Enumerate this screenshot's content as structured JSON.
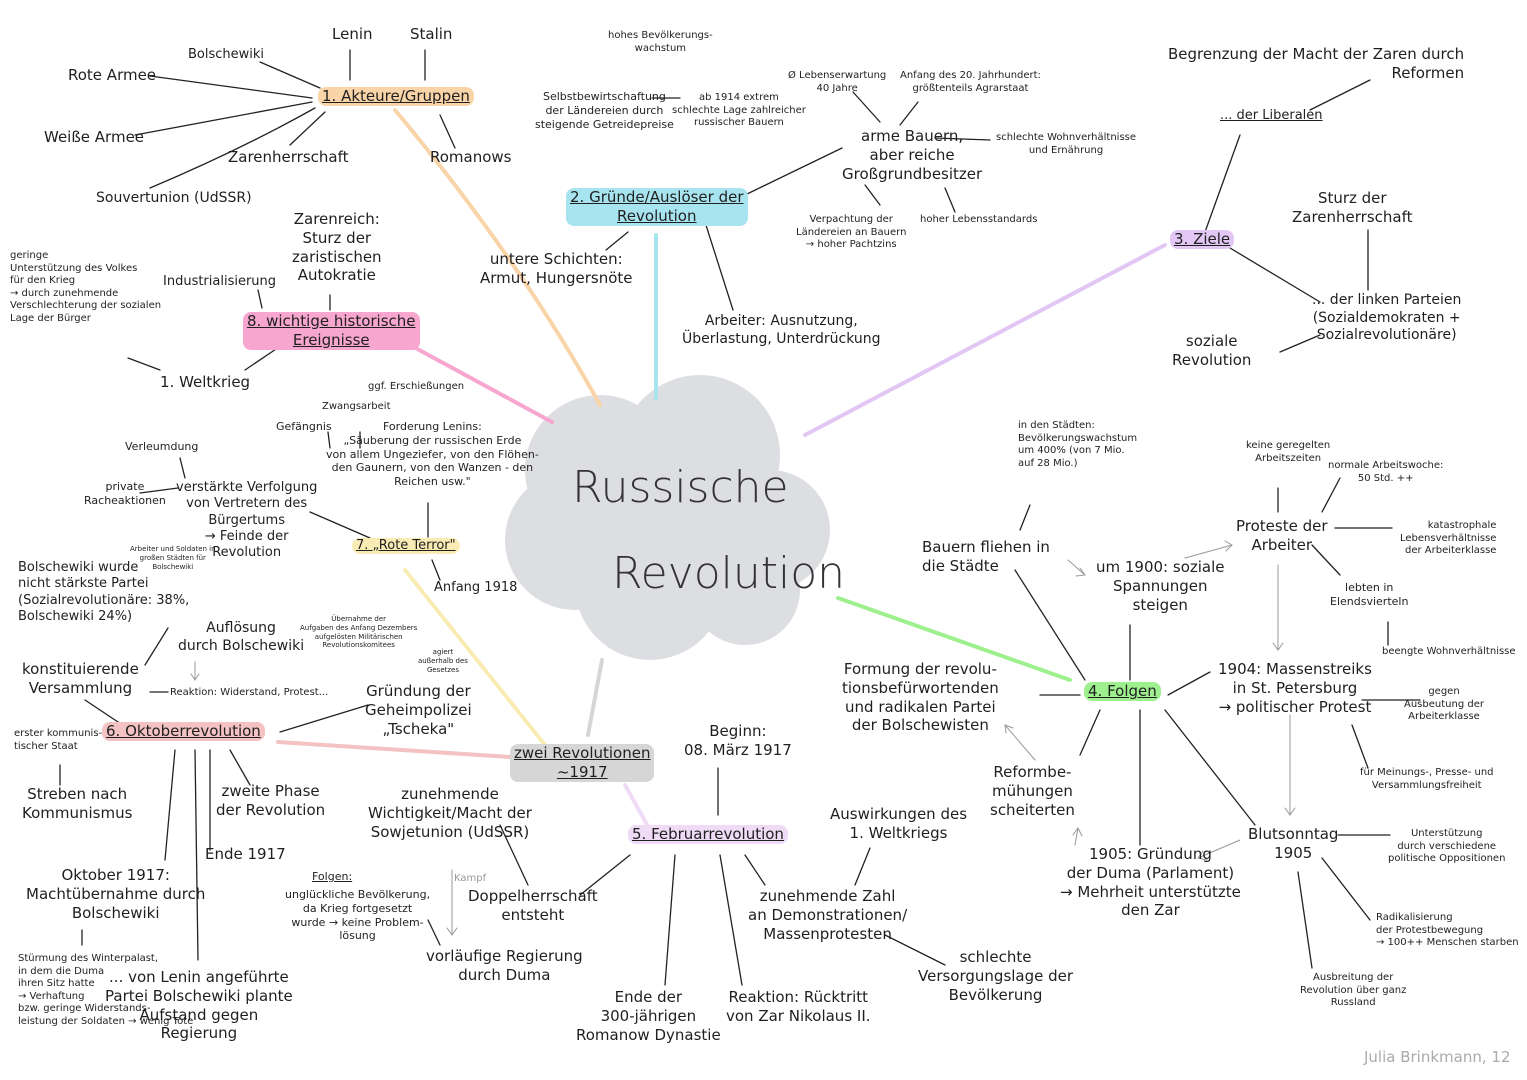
{
  "center": {
    "line1": "Russische",
    "line2": "Revolution"
  },
  "colors": {
    "actors": "#f9d4a8",
    "reasons": "#a8e4ef",
    "goals": "#e2c6f4",
    "effects": "#9ef08e",
    "events": "#f7a6cf",
    "oktober": "#f4c2c2",
    "terror": "#f8ecb4",
    "two": "#d6d6d6",
    "feb": "#efdbf5",
    "cloud": "#dddee2"
  },
  "actors": {
    "title": "1. Akteure/Gruppen",
    "lenin": "Lenin",
    "stalin": "Stalin",
    "bolschewiki": "Bolschewiki",
    "rote": "Rote Armee",
    "weisse": "Weiße Armee",
    "zaren": "Zarenherrschaft",
    "sowjet": "Souvertunion (UdSSR)",
    "romanows": "Romanows"
  },
  "reasons": {
    "title": "2. Gründe/Auslöser der\nRevolution",
    "wachstum": "hohes Bevölkerungs-\nwachstum",
    "selbst": "Selbstbewirtschaftung\nder Ländereien durch\nsteigende Getreidepreise",
    "ab1914": "ab 1914 extrem\nschlechte Lage zahlreicher\nrussischer Bauern",
    "lebens": "Ø Lebenserwartung\n40 Jahre",
    "anfang": "Anfang des 20. Jahrhundert:\ngrößtenteils Agrarstaat",
    "bauern": "arme Bauern,\naber reiche\nGroßgrundbesitzer",
    "wohn": "schlechte Wohnverhältnisse\nund Ernährung",
    "verpacht": "Verpachtung der\nLändereien an Bauern\n→ hoher Pachtzins",
    "hoher": "hoher Lebensstandards",
    "untere": "untere Schichten:\nArmut, Hungersnöte",
    "arbeiter": "Arbeiter: Ausnutzung,\nÜberlastung, Unterdrückung"
  },
  "goals": {
    "title": "3. Ziele",
    "liberal": "... der Liberalen",
    "begrenz": "Begrenzung der Macht der Zaren durch\nReformen",
    "sturz": "Sturz der\nZarenherrschaft",
    "linke": "... der linken Parteien\n(Sozialdemokraten +\nSozialrevolutionäre)",
    "sozial": "soziale\nRevolution"
  },
  "effects": {
    "title": "4. Folgen",
    "staedte": "in den Städten:\nBevölkerungswachstum\num 400% (von 7 Mio.\nauf 28 Mio.)",
    "fliehen": "Bauern fliehen in\ndie Städte",
    "um1900": "um 1900: soziale\nSpannungen\nsteigen",
    "keine": "keine geregelten\nArbeitszeiten",
    "normale": "normale Arbeitswoche:\n50 Std. ++",
    "proteste": "Proteste der\nArbeiter",
    "katast": "katastrophale\nLebensverhältnisse\nder Arbeiterklasse",
    "elends": "lebten in\nElendsvierteln",
    "beengt": "beengte Wohnverhältnisse",
    "formung": "Formung der revolu-\ntionsbefürwortenden\nund radikalen Partei\nder Bolschewisten",
    "streiks": "1904: Massenstreiks\nin St. Petersburg\n→ politischer Protest",
    "gegen": "gegen\nAusbeutung der\nArbeiterklasse",
    "meinung": "für Meinungs-, Presse- und\nVersammlungsfreiheit",
    "reform": "Reformbe-\nmühungen\nscheiterten",
    "duma": "1905: Gründung\nder Duma (Parlament)\n→ Mehrheit unterstützte\nden Zar",
    "blut": "Blutsonntag\n1905",
    "unterst": "Unterstützung\ndurch verschiedene\npolitische Oppositionen",
    "radikal": "Radikalisierung\nder Protestbewegung\n→ 100++ Menschen starben",
    "ausbreit": "Ausbreitung der\nRevolution über ganz\nRussland"
  },
  "feb": {
    "title": "5. Februarrevolution",
    "beginn": "Beginn:\n08. März 1917",
    "auswirk": "Auswirkungen des\n1. Weltkriegs",
    "zunehmend": "zunehmende Zahl\nan Demonstrationen/\nMassenprotesten",
    "versorg": "schlechte\nVersorgungslage der\nBevölkerung",
    "reaktion": "Reaktion: Rücktritt\nvon Zar Nikolaus II.",
    "ende": "Ende der\n300-jährigen\nRomanow Dynastie",
    "doppel": "Doppelherrschaft\nentsteht",
    "vorl": "vorläufige Regierung\ndurch Duma",
    "wichtig": "zunehmende\nWichtigkeit/Macht der\nSowjetunion (UdSSR)",
    "kampf": "Kampf",
    "folgen_label": "Folgen:",
    "folgen": "unglückliche Bevölkerung,\nda Krieg fortgesetzt\nwurde → keine Problem-\nlösung"
  },
  "two": {
    "title": "zwei Revolutionen\n~1917"
  },
  "okt": {
    "title": "6. Oktoberrevolution",
    "erster": "erster kommunis-\ntischer Staat",
    "streben": "Streben nach\nKommunismus",
    "oktober": "Oktober 1917:\nMachtübernahme durch\nBolschewiki",
    "sturm": "Stürmung des Winterpalast,\nin dem die Duma\nihren Sitz hatte\n→ Verhaftung\nbzw. geringe Widerstands-\nleistung der Soldaten → wenig Tote",
    "lenin": "... von Lenin angeführte\nPartei Bolschewiki plante\nAufstand gegen\nRegierung",
    "ende": "Ende 1917",
    "zweite": "zweite Phase\nder Revolution",
    "konst": "konstituierende\nVersammlung",
    "aufl": "Auflösung\ndurch Bolschewiki",
    "reakt": "Reaktion: Widerstand, Protest...",
    "bolsch": "Bolschewiki wurde\nnicht stärkste Partei\n(Sozialrevolutionäre: 38%,\nBolschewiki 24%)",
    "arbeiter": "Arbeiter und Soldaten in\ngroßen Städten für\nBolschewiki",
    "gruend": "Gründung der\nGeheimpolizei\n„Tscheka\"",
    "uebern": "Übernahme der\nAufgaben des Anfang Dezembers\naufgelösten Militärischen\nRevolutionskomitees",
    "agiert": "agiert\naußerhalb des\nGesetzes"
  },
  "terror": {
    "title": "7. „Rote Terror\"",
    "anfang": "Anfang 1918",
    "verfolg": "verstärkte Verfolgung\nvon Vertretern des\nBürgertums\n→ Feinde der\nRevolution",
    "verleum": "Verleumdung",
    "private": "private\nRacheaktionen",
    "gefang": "Gefängnis",
    "zwang": "Zwangsarbeit",
    "erschies": "ggf. Erschießungen",
    "forderung": "Forderung Lenins:\n„Säuberung der russischen Erde\nvon allem Ungeziefer, von den Flöhen-\nden Gaunern, von den Wanzen - den\nReichen usw.\""
  },
  "events": {
    "title": "8. wichtige historische\nEreignisse",
    "zarenreich": "Zarenreich:\nSturz der\nzaristischen\nAutokratie",
    "industrie": "Industrialisierung",
    "geringe": "geringe\nUnterstützung des Volkes\nfür den Krieg\n→ durch zunehmende\nVerschlechterung der sozialen\nLage der Bürger",
    "weltkrieg": "1. Weltkrieg"
  },
  "signature": "Julia Brinkmann, 12"
}
